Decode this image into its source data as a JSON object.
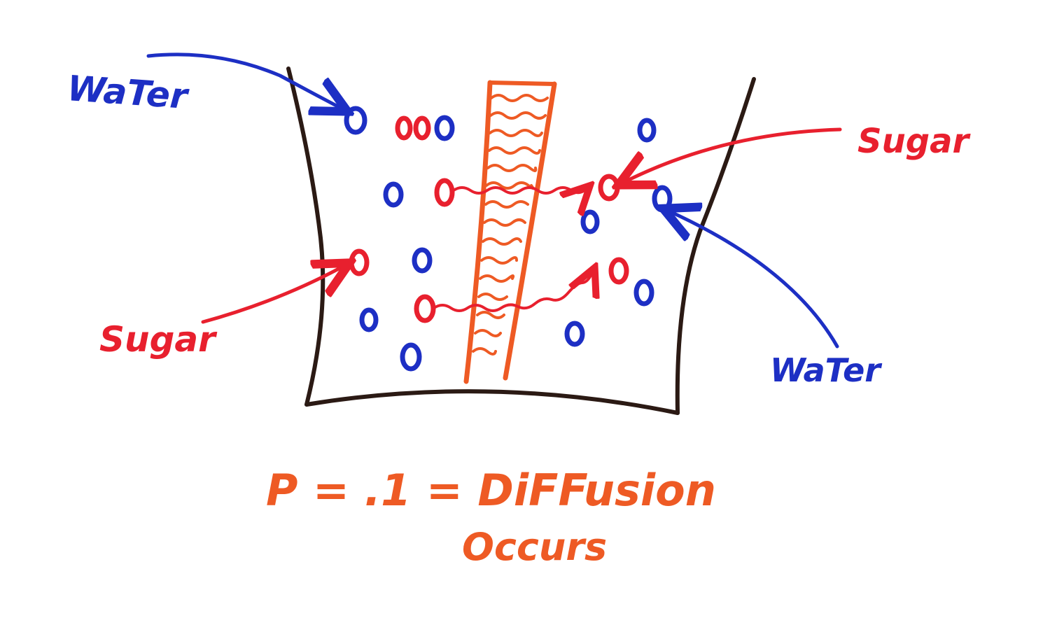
{
  "labels": {
    "water_top_left": "WaTer",
    "water_bottom_right": "WaTer",
    "sugar_top_right": "Sugar",
    "sugar_bottom_left": "Sugar"
  },
  "caption": {
    "line1": "P = .1 = DiFFusion",
    "line2": "Occurs"
  },
  "colors": {
    "water": "#1d2fc4",
    "sugar": "#e8202e",
    "membrane": "#ee5a24",
    "container": "#2b1a14",
    "caption": "#ee5a24"
  },
  "icons": [
    "water-molecule-icon",
    "sugar-molecule-icon",
    "membrane-pore-icon"
  ]
}
